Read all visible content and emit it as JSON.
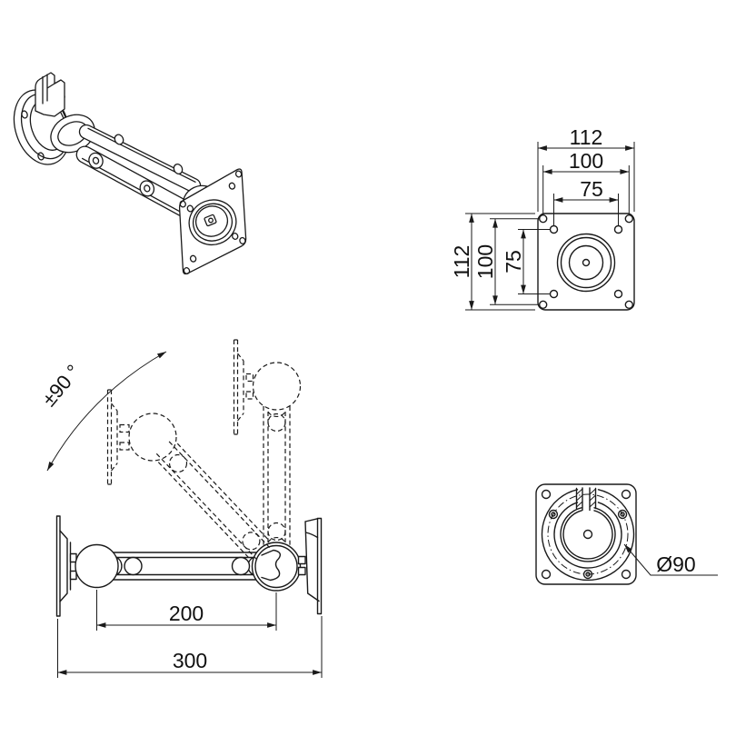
{
  "drawing": {
    "type": "technical-drawing",
    "subject": "articulated monitor wall-mount arm",
    "background": "#ffffff",
    "line_color": "#1a1a1a",
    "views": {
      "vesa_front": {
        "dim_width_outer": "112",
        "dim_width_holes": "100",
        "dim_width_inner": "75",
        "dim_height_outer": "112",
        "dim_height_holes": "100",
        "dim_height_inner": "75"
      },
      "arm_top": {
        "rotation_range": "±90 °",
        "dim_arm_length": "200",
        "dim_overall_length": "300"
      },
      "wall_rear": {
        "dim_diameter": "Ø90"
      }
    }
  }
}
